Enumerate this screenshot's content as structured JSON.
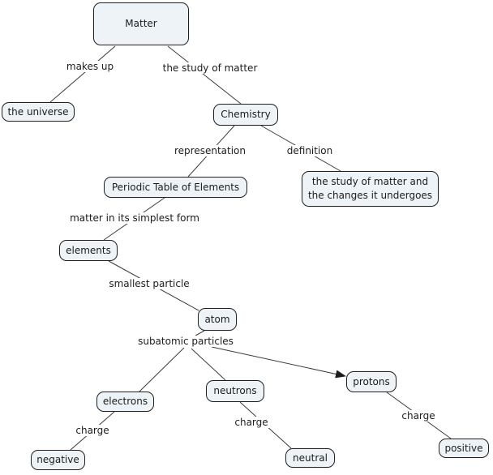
{
  "diagram": {
    "type": "concept-map",
    "colors": {
      "background": "#ffffff",
      "node_fill": "#edf3f6",
      "node_border": "#1f1f1f",
      "connector": "#3c3c3c",
      "text": "#1c1c1c"
    },
    "nodes": {
      "matter": "Matter",
      "universe": "the universe",
      "chemistry": "Chemistry",
      "periodic": "Periodic Table of Elements",
      "definition_node": "the study of matter and the changes it undergoes",
      "elements": "elements",
      "atom": "atom",
      "electrons": "electrons",
      "neutrons": "neutrons",
      "protons": "protons",
      "negative": "negative",
      "neutral": "neutral",
      "positive": "positive"
    },
    "links": {
      "makes_up": "makes up",
      "study_of_matter": "the study of matter",
      "representation": "representation",
      "definition": "definition",
      "simplest_form": "matter in its simplest form",
      "smallest_particle": "smallest particle",
      "subatomic_particles": "subatomic particles",
      "charge_electrons": "charge",
      "charge_neutrons": "charge",
      "charge_protons": "charge"
    },
    "edges": [
      {
        "from": "Matter",
        "label": "makes up",
        "to": "the universe",
        "arrow": false
      },
      {
        "from": "Matter",
        "label": "the study of matter",
        "to": "Chemistry",
        "arrow": false
      },
      {
        "from": "Chemistry",
        "label": "representation",
        "to": "Periodic Table of Elements",
        "arrow": false
      },
      {
        "from": "Chemistry",
        "label": "definition",
        "to": "the study of matter and the changes it undergoes",
        "arrow": false
      },
      {
        "from": "Periodic Table of Elements",
        "label": "matter in its simplest form",
        "to": "elements",
        "arrow": false
      },
      {
        "from": "elements",
        "label": "smallest particle",
        "to": "atom",
        "arrow": false
      },
      {
        "from": "atom",
        "label": "subatomic particles",
        "to": "electrons",
        "arrow": false
      },
      {
        "from": "atom",
        "label": "subatomic particles",
        "to": "neutrons",
        "arrow": false
      },
      {
        "from": "atom",
        "label": "subatomic particles",
        "to": "protons",
        "arrow": true
      },
      {
        "from": "electrons",
        "label": "charge",
        "to": "negative",
        "arrow": false
      },
      {
        "from": "neutrons",
        "label": "charge",
        "to": "neutral",
        "arrow": false
      },
      {
        "from": "protons",
        "label": "charge",
        "to": "positive",
        "arrow": false
      }
    ]
  }
}
